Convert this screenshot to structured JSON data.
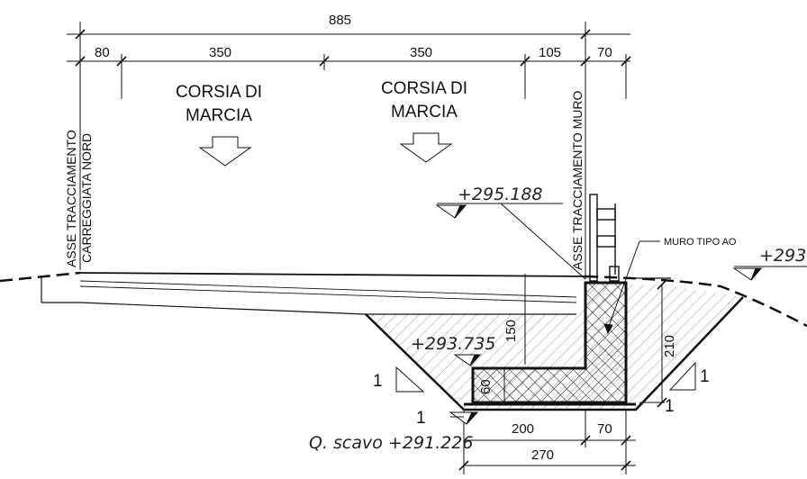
{
  "dimensions": {
    "total": "885",
    "d80": "80",
    "d350a": "350",
    "d350b": "350",
    "d105": "105",
    "d70top": "70",
    "d150": "150",
    "d210": "210",
    "d60": "60",
    "d200": "200",
    "d70bottom": "70",
    "d270": "270"
  },
  "lanes": {
    "left_line1": "CORSIA DI",
    "left_line2": "MARCIA",
    "right_line1": "CORSIA DI",
    "right_line2": "MARCIA"
  },
  "axes": {
    "left_line1": "ASSE TRACCIAMENTO",
    "left_line2": "CARREGGIATA NORD",
    "right": "ASSE TRACCIAMENTO MURO"
  },
  "elevations": {
    "top": "+295.188",
    "mid": "+293.735",
    "right_partial": "+293",
    "excavation": "Q. scavo +291.226"
  },
  "wall_label": "MURO TIPO AO",
  "slope_marks": [
    "1",
    "1",
    "1",
    "1"
  ]
}
